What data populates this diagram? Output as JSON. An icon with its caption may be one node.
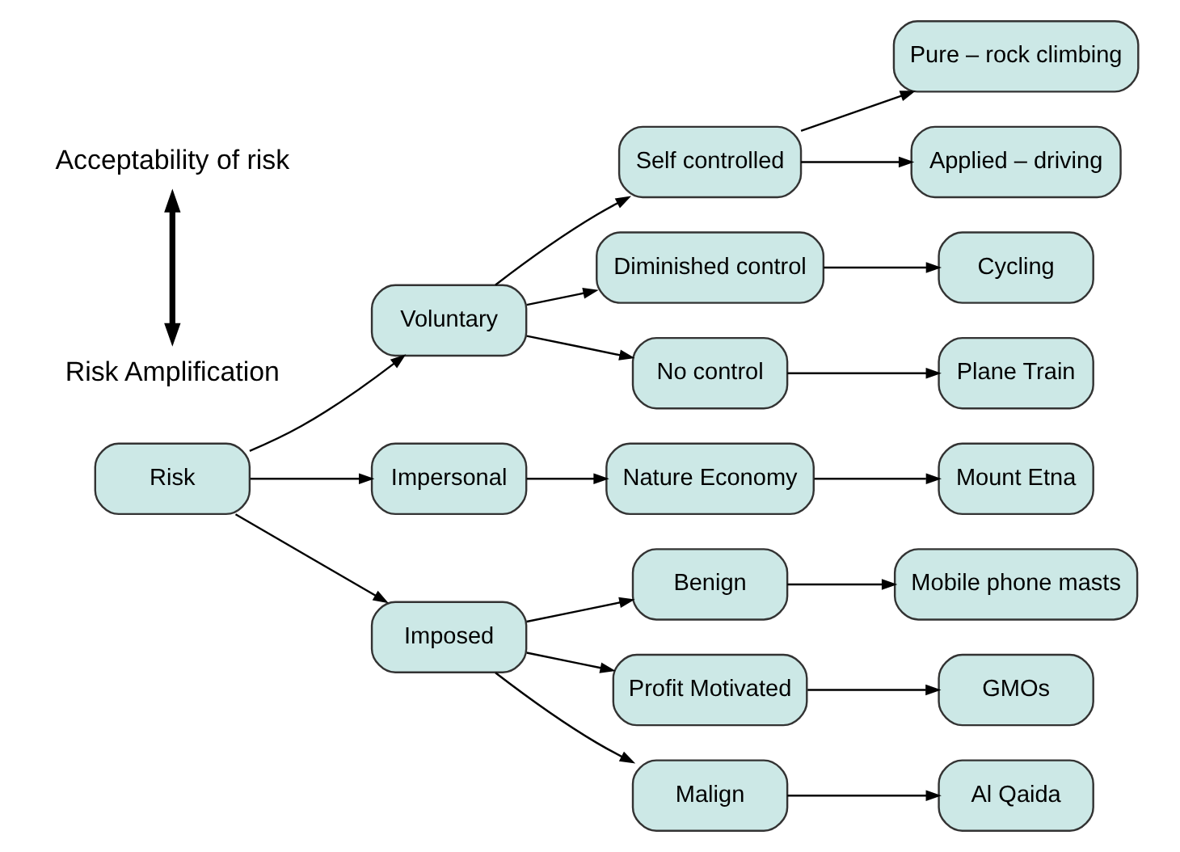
{
  "diagram": {
    "nodes": [
      {
        "text": [
          "Risk"
        ]
      },
      {
        "text": [
          "Voluntary"
        ]
      },
      {
        "text": [
          "Impersonal"
        ]
      },
      {
        "text": [
          "Imposed"
        ]
      },
      {
        "text": [
          "Self controlled"
        ]
      },
      {
        "text": [
          "Diminished control"
        ]
      },
      {
        "text": [
          "No control"
        ]
      },
      {
        "text": [
          "Nature Economy"
        ]
      },
      {
        "text": [
          "Benign"
        ]
      },
      {
        "text": [
          "Profit Motivated"
        ]
      },
      {
        "text": [
          "Malign"
        ]
      },
      {
        "text": [
          "Pure – rock climbing"
        ]
      },
      {
        "text": [
          "Applied – driving"
        ]
      },
      {
        "text": [
          "Cycling"
        ]
      },
      {
        "text": [
          "Plane Train"
        ]
      },
      {
        "text": [
          "Mount Etna"
        ]
      },
      {
        "text": [
          "Mobile phone masts"
        ]
      },
      {
        "text": [
          "GMOs"
        ]
      },
      {
        "text": [
          "Al Qaida"
        ]
      },
      {
        "text": [
          "Acceptability of risk"
        ]
      },
      {
        "text": [
          "Risk Amplification"
        ]
      }
    ],
    "edges": [
      {
        "from": 0,
        "to": 1,
        "arrow": "to"
      },
      {
        "from": 0,
        "to": 2,
        "arrow": "to"
      },
      {
        "from": 0,
        "to": 3,
        "arrow": "to"
      },
      {
        "from": 1,
        "to": 4,
        "arrow": "to"
      },
      {
        "from": 1,
        "to": 5,
        "arrow": "to"
      },
      {
        "from": 1,
        "to": 6,
        "arrow": "to"
      },
      {
        "from": 2,
        "to": 7,
        "arrow": "to"
      },
      {
        "from": 3,
        "to": 8,
        "arrow": "to"
      },
      {
        "from": 3,
        "to": 9,
        "arrow": "to"
      },
      {
        "from": 3,
        "to": 10,
        "arrow": "to"
      },
      {
        "from": 4,
        "to": 11,
        "arrow": "to"
      },
      {
        "from": 4,
        "to": 12,
        "arrow": "to"
      },
      {
        "from": 5,
        "to": 13,
        "arrow": "to"
      },
      {
        "from": 6,
        "to": 14,
        "arrow": "to"
      },
      {
        "from": 7,
        "to": 15,
        "arrow": "to"
      },
      {
        "from": 8,
        "to": 16,
        "arrow": "to"
      },
      {
        "from": 9,
        "to": 17,
        "arrow": "to"
      },
      {
        "from": 10,
        "to": 18,
        "arrow": "to"
      },
      {
        "from": 19,
        "to": 20,
        "arrow": "both",
        "style": "thick"
      }
    ]
  }
}
